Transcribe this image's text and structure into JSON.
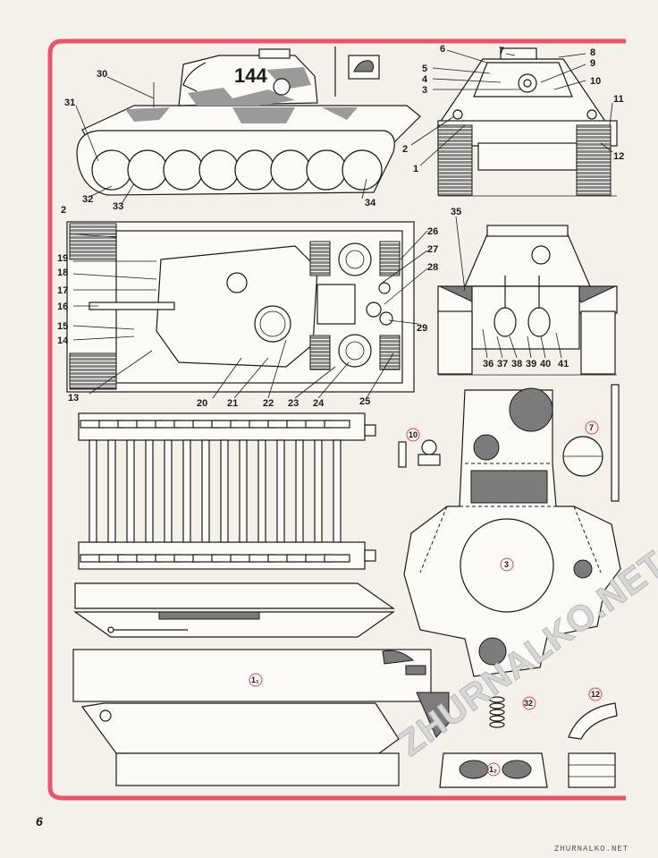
{
  "page_number": "6",
  "tank_number": "144",
  "watermark": "ZHURNALKO.NET",
  "site_label": "ZHURNALKO.NET",
  "accent_color": "#e8546a",
  "callouts_front": [
    "6",
    "7",
    "8",
    "5",
    "4",
    "3",
    "9",
    "10",
    "11",
    "12",
    "2",
    "1"
  ],
  "callouts_side": [
    "30",
    "31",
    "32",
    "33",
    "34"
  ],
  "callouts_top": [
    "2",
    "19",
    "18",
    "17",
    "16",
    "15",
    "14",
    "13",
    "20",
    "21",
    "22",
    "23",
    "24",
    "25",
    "26",
    "27",
    "28",
    "29"
  ],
  "callouts_rear": [
    "35",
    "36",
    "37",
    "38",
    "39",
    "40",
    "41"
  ],
  "part_labels": {
    "p10": "10",
    "p7": "7",
    "p3": "3",
    "p11": "1₁",
    "p32": "32",
    "p12": "12",
    "p1b": "1₂"
  }
}
